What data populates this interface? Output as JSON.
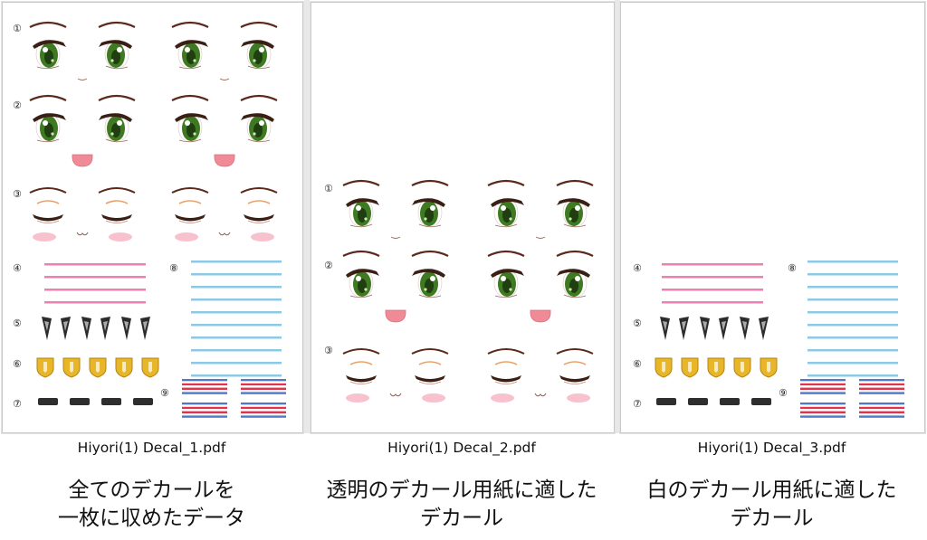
{
  "panels": [
    {
      "filename": "Hiyori(1) Decal_1.pdf",
      "description_lines": [
        "全てのデカールを",
        "一枚に収めたデータ"
      ],
      "markers": [
        "①",
        "②",
        "③",
        "④",
        "⑤",
        "⑥",
        "⑦",
        "⑧",
        "⑨"
      ]
    },
    {
      "filename": "Hiyori(1) Decal_2.pdf",
      "description_lines": [
        "透明のデカール用紙に適した",
        "デカール"
      ],
      "markers": [
        "①",
        "②",
        "③"
      ]
    },
    {
      "filename": "Hiyori(1) Decal_3.pdf",
      "description_lines": [
        "白のデカール用紙に適した",
        "デカール"
      ],
      "markers": [
        "④",
        "⑤",
        "⑥",
        "⑦",
        "⑧",
        "⑨"
      ]
    }
  ],
  "colors": {
    "eye_green": "#3f7a22",
    "lash": "#3a1f14",
    "brow": "#5a2a1c",
    "mouth_pink": "#f08a96",
    "blush": "#f4a0b4",
    "stripe_pink": "#ec7fb3",
    "stripe_blue": "#8cc9e6",
    "shield_gold": "#e7b629",
    "shield_icon": "shield-icon",
    "tooth_icon": "fang-icon"
  }
}
